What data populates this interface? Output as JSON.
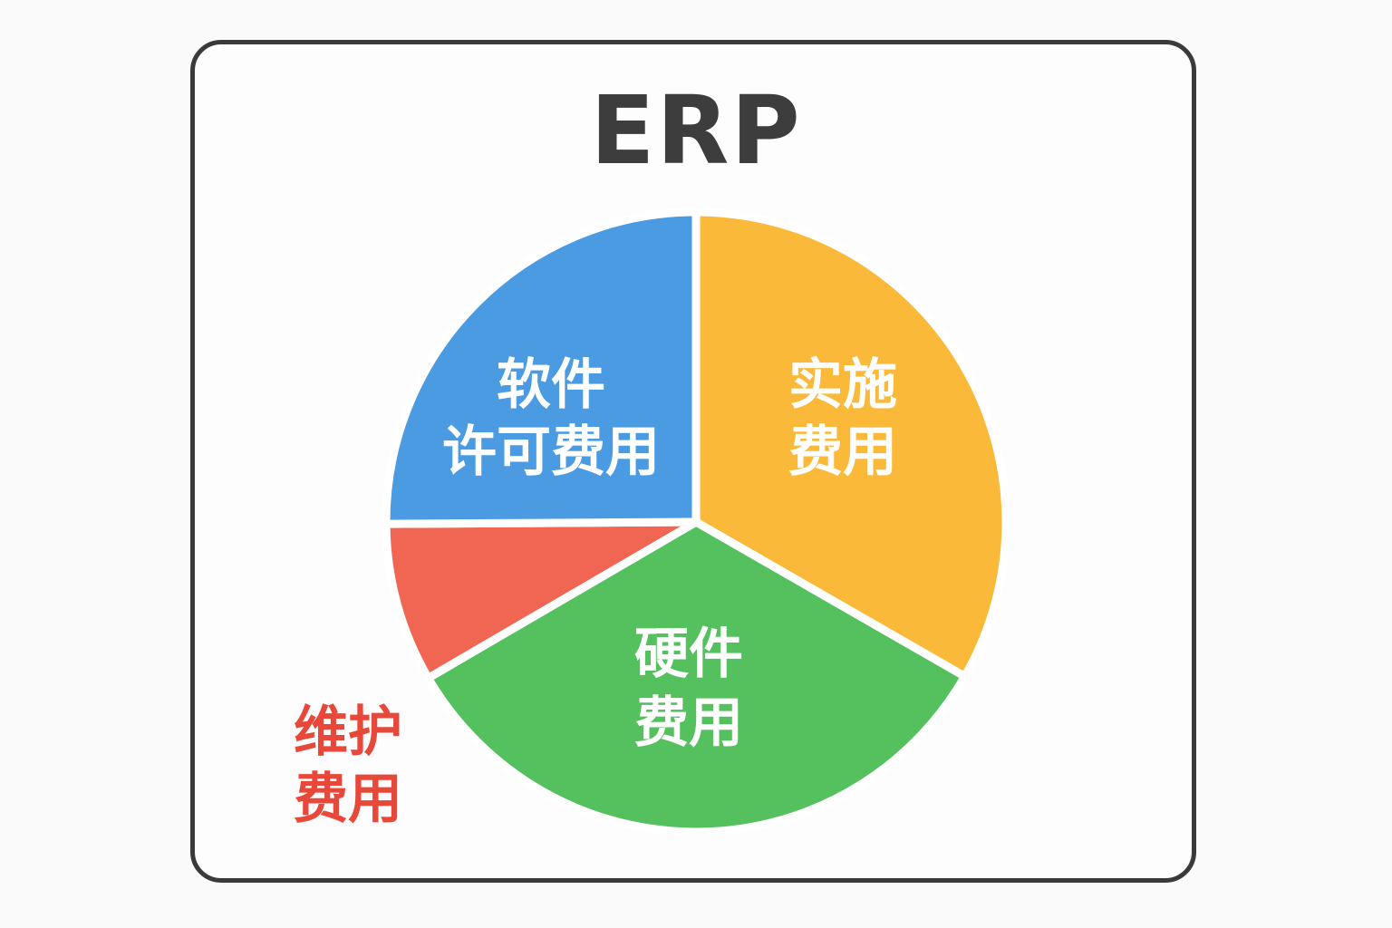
{
  "chart_data": {
    "type": "pie",
    "title": "ERP",
    "slices": [
      {
        "label": [
          "实施",
          "费用"
        ],
        "value": 33.3,
        "color": "#fbb93a",
        "label_color": "#ffffff"
      },
      {
        "label": [
          "硬件",
          "费用"
        ],
        "value": 33.3,
        "color": "#55c05e",
        "label_color": "#ffffff"
      },
      {
        "label": [
          "维护",
          "费用"
        ],
        "value": 8.3,
        "color": "#f06653",
        "label_color": "#e8483a"
      },
      {
        "label": [
          "软件",
          "许可费用"
        ],
        "value": 25.1,
        "color": "#4a9be2",
        "label_color": "#ffffff"
      }
    ]
  }
}
